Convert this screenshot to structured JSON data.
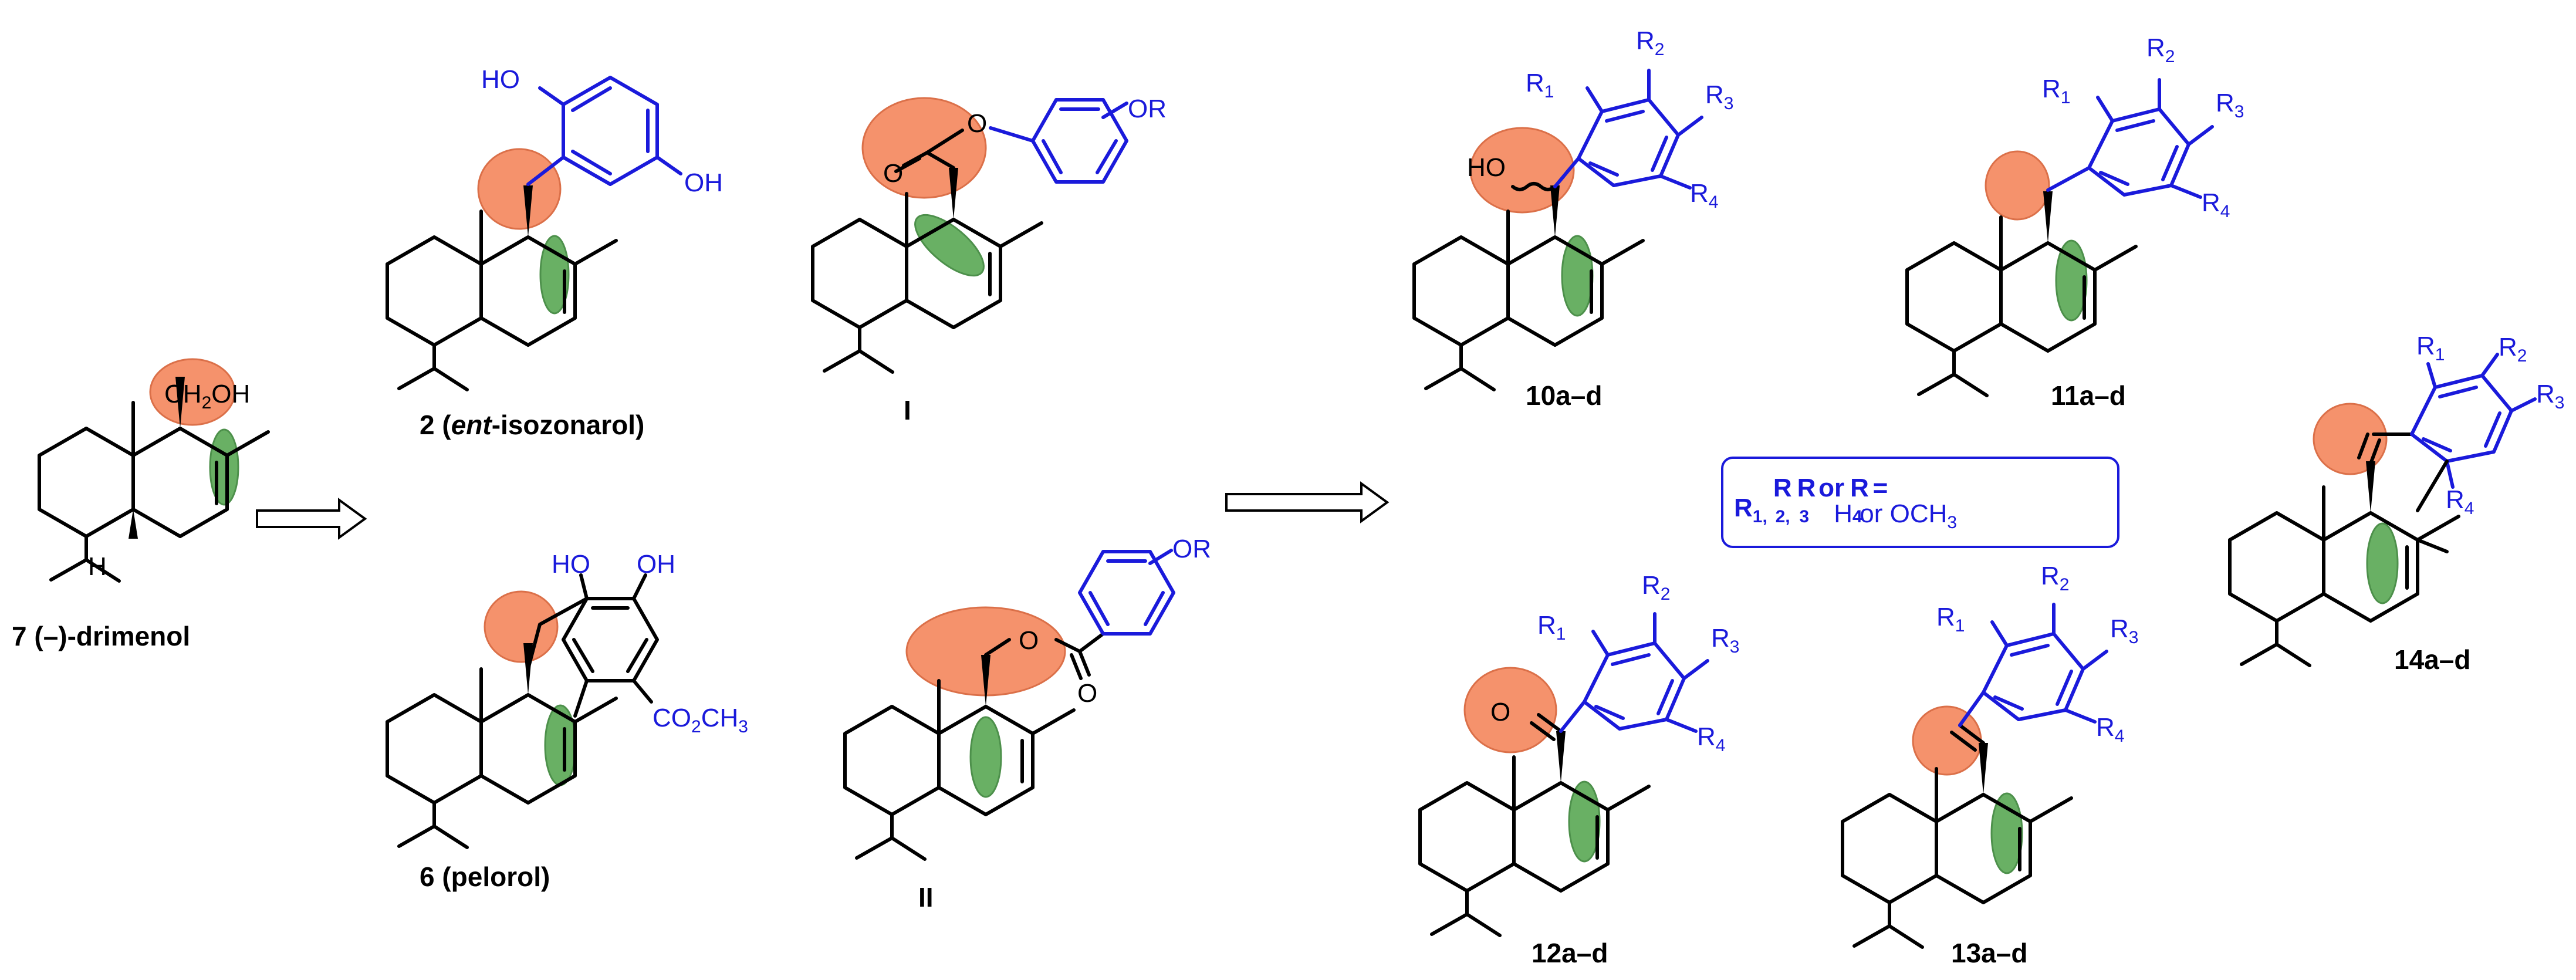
{
  "compounds": {
    "c7": {
      "label_pre": "7 (",
      "label_dash": "–",
      "label_post": ")-drimenol",
      "group": "CH",
      "group_sub": "2",
      "group_tail": "OH",
      "h_label": "H"
    },
    "c2": {
      "label_pre": "2 (",
      "label_ital": "ent",
      "label_post": "-isozonarol)",
      "oh1": "HO",
      "oh2": "OH"
    },
    "cI": {
      "label": "I",
      "ester_o1": "O",
      "ester_o2": "O",
      "aryl_or": "OR"
    },
    "c6": {
      "label": "6 (pelorol)",
      "oh1": "HO",
      "oh2": "OH",
      "ester": "CO",
      "ester_sub": "2",
      "ester_tail": "CH",
      "ester_sub2": "3"
    },
    "cII": {
      "label": "II",
      "ester_o1": "O",
      "ester_o2": "O",
      "aryl_or": "OR"
    },
    "c10": {
      "label": "10a–d",
      "oh": "HO"
    },
    "c11": {
      "label": "11a–d"
    },
    "c12": {
      "label": "12a–d",
      "carbonyl_o": "O"
    },
    "c13": {
      "label": "13a–d"
    },
    "c14": {
      "label": "14a–d"
    }
  },
  "substituents": {
    "r": "R",
    "s1": "1",
    "s2": "2",
    "s3": "3",
    "s4": "4"
  },
  "legend": {
    "r1": "R",
    "r1_sub": "1,",
    "r2": "R",
    "r2_sub": "2,",
    "r3": "R",
    "r3_sub": "3",
    "or": "or",
    "r4": "R",
    "r4_sub": "4",
    "eq": "=",
    "value": "H or OCH",
    "value_sub": "3"
  },
  "colors": {
    "orange_highlight": "#f58a61",
    "green_highlight": "#4fa34a",
    "blue_fragment": "#1a1adb",
    "bonds": "#000000"
  }
}
